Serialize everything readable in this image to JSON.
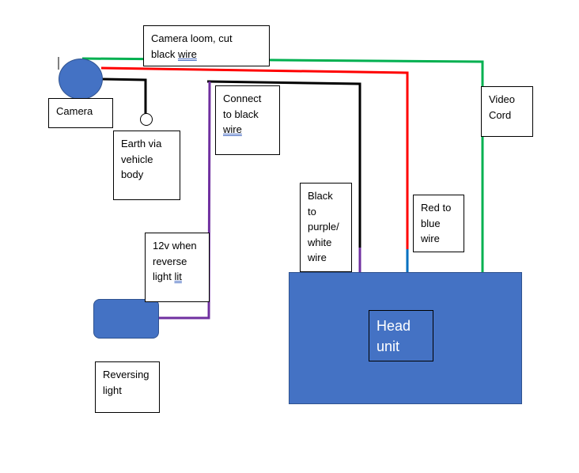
{
  "colors": {
    "component_blue": "#4472c4",
    "video_wire": "#00b050",
    "power_wire": "#ff0000",
    "black_wire": "#000000",
    "purple_wire": "#7030a0",
    "blue_wire": "#0070c0"
  },
  "labels": {
    "camera_loom": {
      "line1": "Camera loom, cut",
      "line2_prefix": "black ",
      "line2_word": "wire"
    },
    "camera": "Camera",
    "earth": {
      "line1": "Earth via",
      "line2": "vehicle",
      "line3": "body"
    },
    "connect_black": {
      "line1": "Connect",
      "line2": "to black",
      "line3": "wire"
    },
    "video_cord": {
      "line1": "Video",
      "line2": "Cord"
    },
    "black_purple": {
      "line1": "Black",
      "line2": "to",
      "line3": "purple/",
      "line4": "white",
      "line5": "wire"
    },
    "red_blue": {
      "line1": "Red to",
      "line2": "blue",
      "line3": "wire"
    },
    "twelve_v": {
      "line1": "12v when",
      "line2": "reverse",
      "line3_prefix": "light ",
      "line3_word": "lit"
    },
    "reversing_light": {
      "line1": "Reversing",
      "line2": "light"
    },
    "head_unit": {
      "line1": "Head",
      "line2": "unit"
    }
  }
}
